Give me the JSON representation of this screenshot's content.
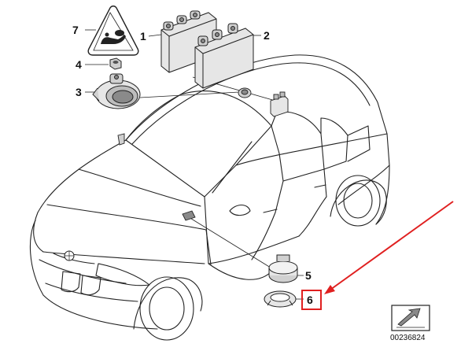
{
  "callouts": [
    {
      "id": "1",
      "label": "1"
    },
    {
      "id": "2",
      "label": "2"
    },
    {
      "id": "3",
      "label": "3"
    },
    {
      "id": "4",
      "label": "4"
    },
    {
      "id": "5",
      "label": "5"
    },
    {
      "id": "6",
      "label": "6"
    },
    {
      "id": "7",
      "label": "7"
    }
  ],
  "diagram_number": "00236824",
  "colors": {
    "line": "#222222",
    "part_fill": "#e6e6e6",
    "part_dark": "#8a8a8a",
    "highlight": "#e02020",
    "background": "#ffffff"
  },
  "icons": {
    "warning_sign": "airbag-warning-triangle-icon",
    "navigation": "arrow-reference-icon"
  }
}
